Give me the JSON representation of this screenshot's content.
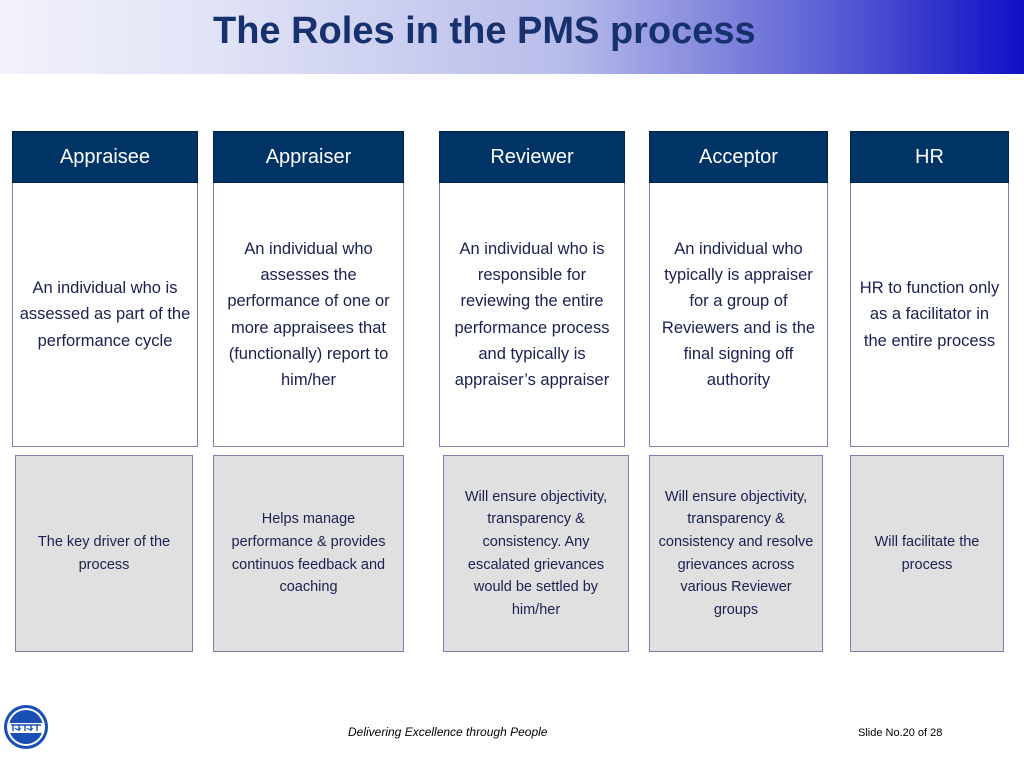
{
  "slide": {
    "title": "The Roles in the PMS process",
    "tagline": "Delivering Excellence through People",
    "slide_number": "Slide No.20 of 28",
    "logo_text": "इंजीनियर्स इंडिया",
    "colors": {
      "header_fill": "#003366",
      "title_text": "#17306e",
      "resp_fill": "#e0e0e0",
      "border": "#7a7fb0"
    }
  },
  "roles": [
    {
      "name": "Appraisee",
      "description": "An individual who is assessed as part of the performance cycle",
      "responsibility": "The key driver of the process"
    },
    {
      "name": "Appraiser",
      "description": "An individual who assesses the performance of one or more appraisees that (functionally) report to him/her",
      "responsibility": "Helps manage performance & provides continuos feedback and coaching"
    },
    {
      "name": "Reviewer",
      "description": "An individual who is responsible for reviewing the entire performance process and typically is appraiser’s appraiser",
      "responsibility": "Will ensure objectivity, transparency & consistency. Any escalated grievances would be settled by him/her"
    },
    {
      "name": "Acceptor",
      "description": "An individual who typically is appraiser for a group of Reviewers and is the final signing off authority",
      "responsibility": "Will ensure objectivity, transparency & consistency and resolve grievances across various Reviewer groups"
    },
    {
      "name": "HR",
      "description": "HR to function only as a facilitator in the entire process",
      "responsibility": "Will facilitate the process"
    }
  ]
}
